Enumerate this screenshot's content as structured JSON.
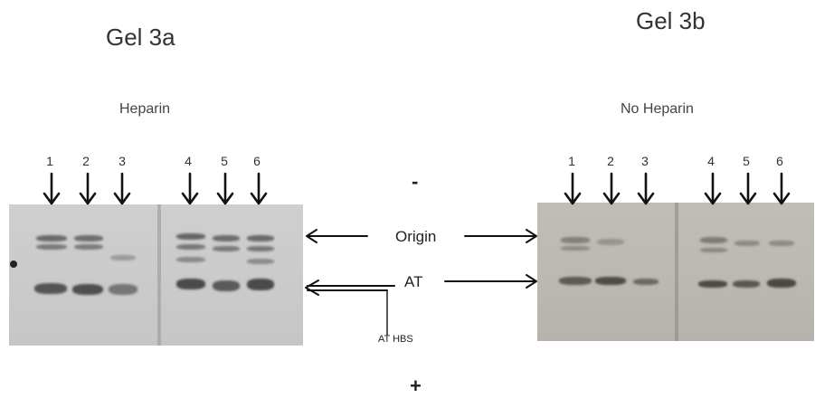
{
  "gel_a": {
    "title": "Gel 3a",
    "condition": "Heparin",
    "lanes": [
      "1",
      "2",
      "3",
      "4",
      "5",
      "6"
    ]
  },
  "gel_b": {
    "title": "Gel 3b",
    "condition": "No Heparin",
    "lanes": [
      "1",
      "2",
      "3",
      "4",
      "5",
      "6"
    ]
  },
  "labels": {
    "minus": "-",
    "origin": "Origin",
    "at": "AT",
    "at_hbs": "AT HBS",
    "plus": "+"
  }
}
